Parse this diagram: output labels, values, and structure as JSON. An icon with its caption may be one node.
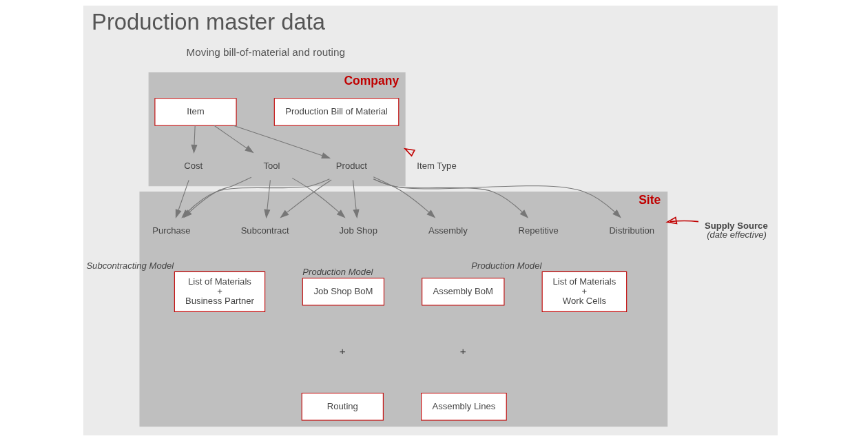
{
  "diagram": {
    "title": "Production master data",
    "nodes": [
      {
        "text": [
          "Company"
        ]
      },
      {
        "text": [
          "Production Bill of Material"
        ],
        "in": 0
      },
      {
        "text": [
          "Item"
        ],
        "in": 0
      },
      {
        "text": [
          "Product"
        ],
        "in": 0
      },
      {
        "text": [
          "Tool"
        ],
        "in": 0
      },
      {
        "text": [
          "Cost"
        ],
        "in": 0
      },
      {
        "text": [
          "Site"
        ]
      },
      {
        "text": [
          "Distribution"
        ],
        "in": 6
      },
      {
        "text": [
          "Assembly"
        ],
        "in": 6
      },
      {
        "text": [
          "Repetitive"
        ],
        "in": 6
      },
      {
        "text": [
          "Job Shop"
        ],
        "in": 6
      },
      {
        "text": [
          "Subcontract"
        ],
        "in": 6
      },
      {
        "text": [
          "Purchase"
        ],
        "in": 6
      },
      {
        "text": [
          "Assembly BoM"
        ],
        "in": 6
      },
      {
        "text": [
          "Assembly Lines"
        ],
        "in": 6
      },
      {
        "text": [
          "List of Materials",
          "+",
          "Work Cells"
        ],
        "beside": [
          "Production Model"
        ],
        "in": 6
      },
      {
        "text": [
          "Job Shop BoM"
        ],
        "beside": [
          "Production Model"
        ],
        "in": 6
      },
      {
        "text": [
          "Routing"
        ],
        "in": 6
      },
      {
        "text": [
          "List of Materials",
          "+",
          "Business Partner"
        ],
        "beside": [
          "Subcontracting Model"
        ],
        "in": 6
      },
      {
        "text": [
          "Item Type"
        ]
      },
      {
        "text": [
          "Supply Source",
          "(date effective)"
        ]
      }
    ],
    "edges": [
      {
        "from": 2,
        "to": 3,
        "arrow": "to"
      },
      {
        "from": 2,
        "to": 4,
        "arrow": "to"
      },
      {
        "from": 2,
        "to": 5,
        "arrow": "to"
      },
      {
        "from": 3,
        "to": 7,
        "arrow": "to"
      },
      {
        "from": 3,
        "to": 8,
        "arrow": "to"
      },
      {
        "from": 3,
        "to": 9,
        "arrow": "to"
      },
      {
        "from": 3,
        "to": 10,
        "arrow": "to"
      },
      {
        "from": 3,
        "to": 11,
        "arrow": "to"
      },
      {
        "from": 3,
        "to": 12,
        "arrow": "to"
      },
      {
        "from": 4,
        "to": 10,
        "arrow": "to"
      },
      {
        "from": 4,
        "to": 11,
        "arrow": "to"
      },
      {
        "from": 4,
        "to": 12,
        "arrow": "to"
      },
      {
        "from": 5,
        "to": 12,
        "arrow": "to"
      },
      {
        "from": 19,
        "to": 0,
        "arrow": "to",
        "color": "#c00000"
      },
      {
        "from": 20,
        "to": 6,
        "arrow": "to",
        "color": "#c00000"
      }
    ],
    "labels": [
      "Moving bill-of-material and routing",
      "+",
      "+"
    ]
  }
}
